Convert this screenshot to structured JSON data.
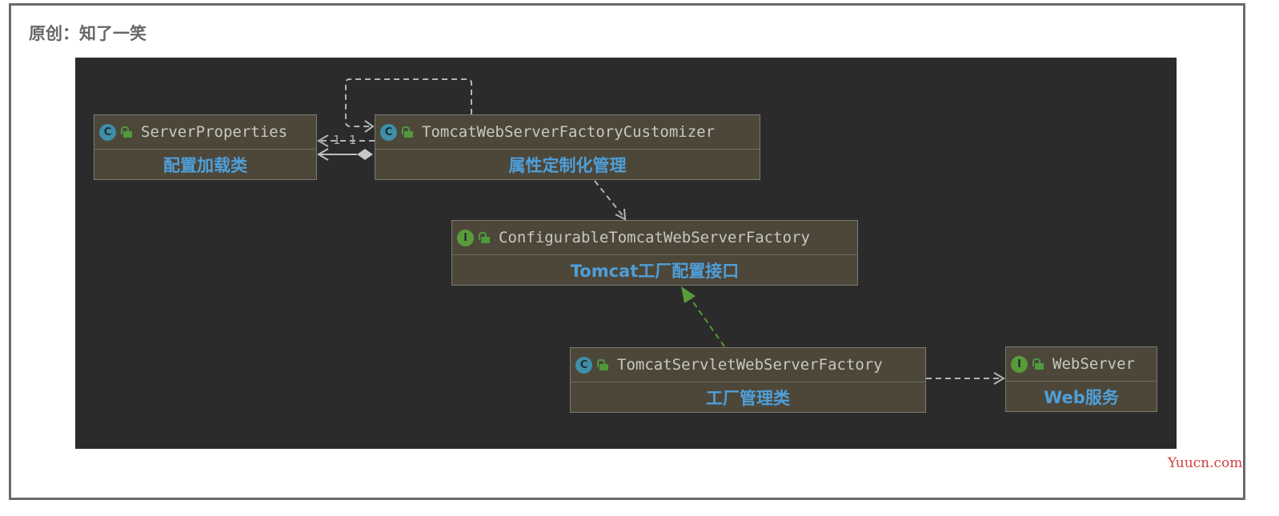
{
  "author_label": "原创：知了一笑",
  "watermark": "Yuucn.com",
  "nodes": [
    {
      "kind": "C",
      "name": "ServerProperties",
      "desc": "配置加载类"
    },
    {
      "kind": "C",
      "name": "TomcatWebServerFactoryCustomizer",
      "desc": "属性定制化管理"
    },
    {
      "kind": "I",
      "name": "ConfigurableTomcatWebServerFactory",
      "desc": "Tomcat工厂配置接口"
    },
    {
      "kind": "C",
      "name": "TomcatServletWebServerFactory",
      "desc": "工厂管理类"
    },
    {
      "kind": "I",
      "name": "WebServer",
      "desc": "Web服务"
    }
  ],
  "multiplicities": [
    "1",
    "1"
  ],
  "colors": {
    "background": "#2b2b2b",
    "node_fill": "#4d473a",
    "desc_text": "#4e9fd9",
    "class_badge": "#3e8fa8",
    "interface_badge": "#5a9a3a",
    "implements_arrow": "#5a9a3a",
    "dependency_arrow": "#b4b4b4"
  }
}
